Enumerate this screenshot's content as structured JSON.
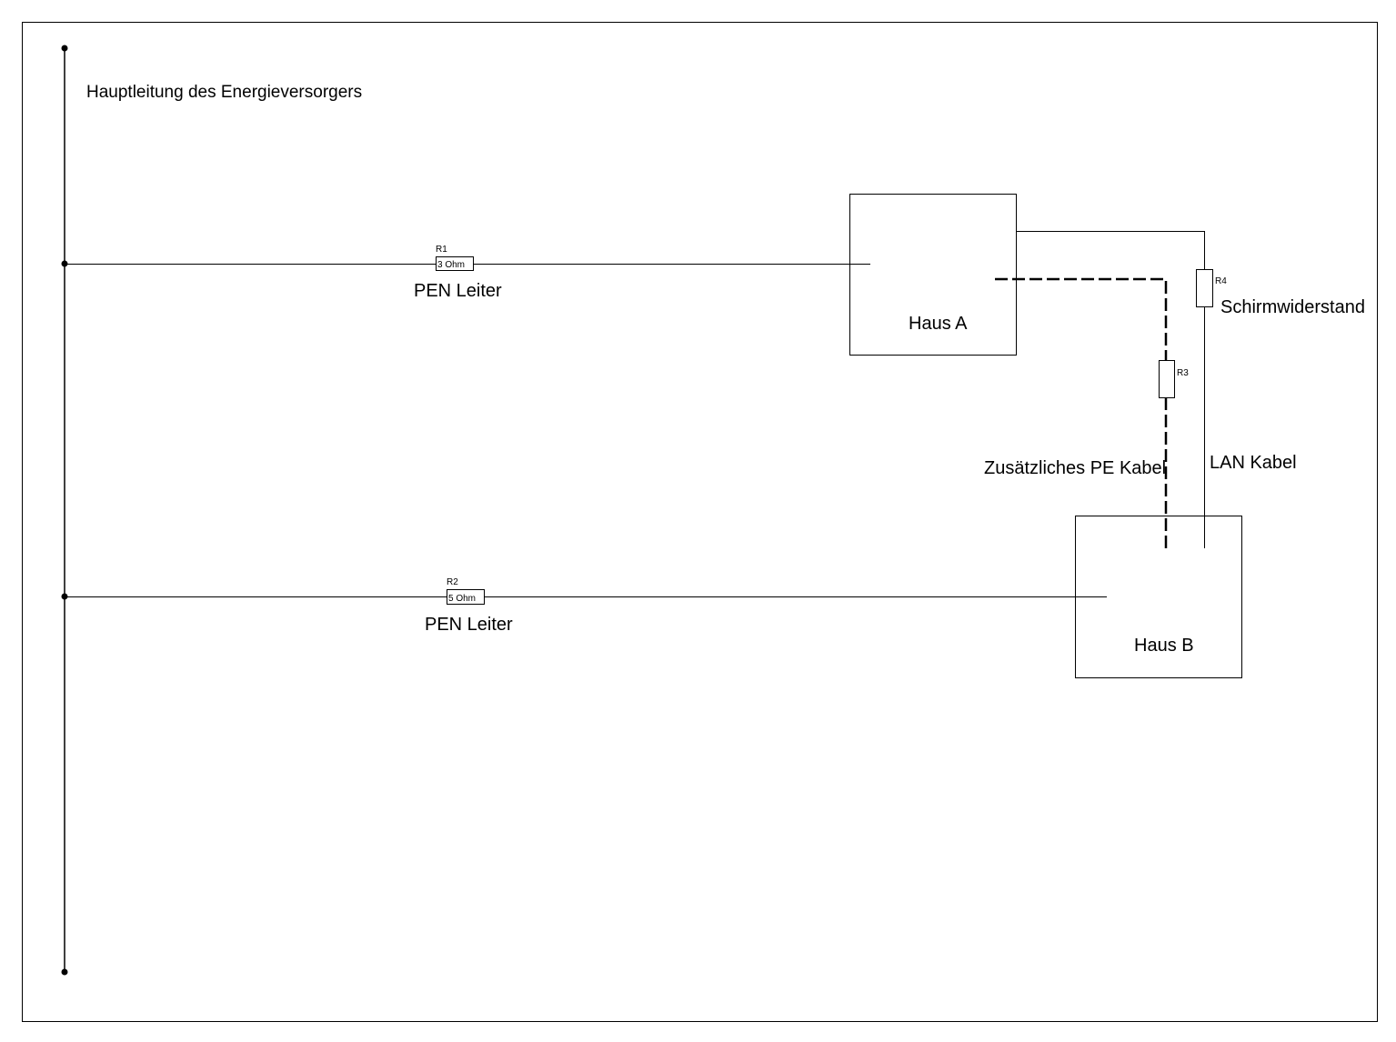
{
  "diagram": {
    "title": "Hauptleitung des Energieversorgers",
    "houses": {
      "a": {
        "label": "Haus A"
      },
      "b": {
        "label": "Haus B"
      }
    },
    "resistors": {
      "r1": {
        "id": "R1",
        "value": "3 Ohm"
      },
      "r2": {
        "id": "R2",
        "value": "5 Ohm"
      },
      "r3": {
        "id": "R3",
        "value": ""
      },
      "r4": {
        "id": "R4",
        "value": ""
      }
    },
    "conductors": {
      "pen_a": "PEN Leiter",
      "pen_b": "PEN Leiter",
      "pe_extra": "Zusätzliches PE Kabel",
      "lan": "LAN Kabel",
      "shield": "Schirmwiderstand"
    },
    "colors": {
      "line": "#000000",
      "background": "#ffffff"
    }
  }
}
